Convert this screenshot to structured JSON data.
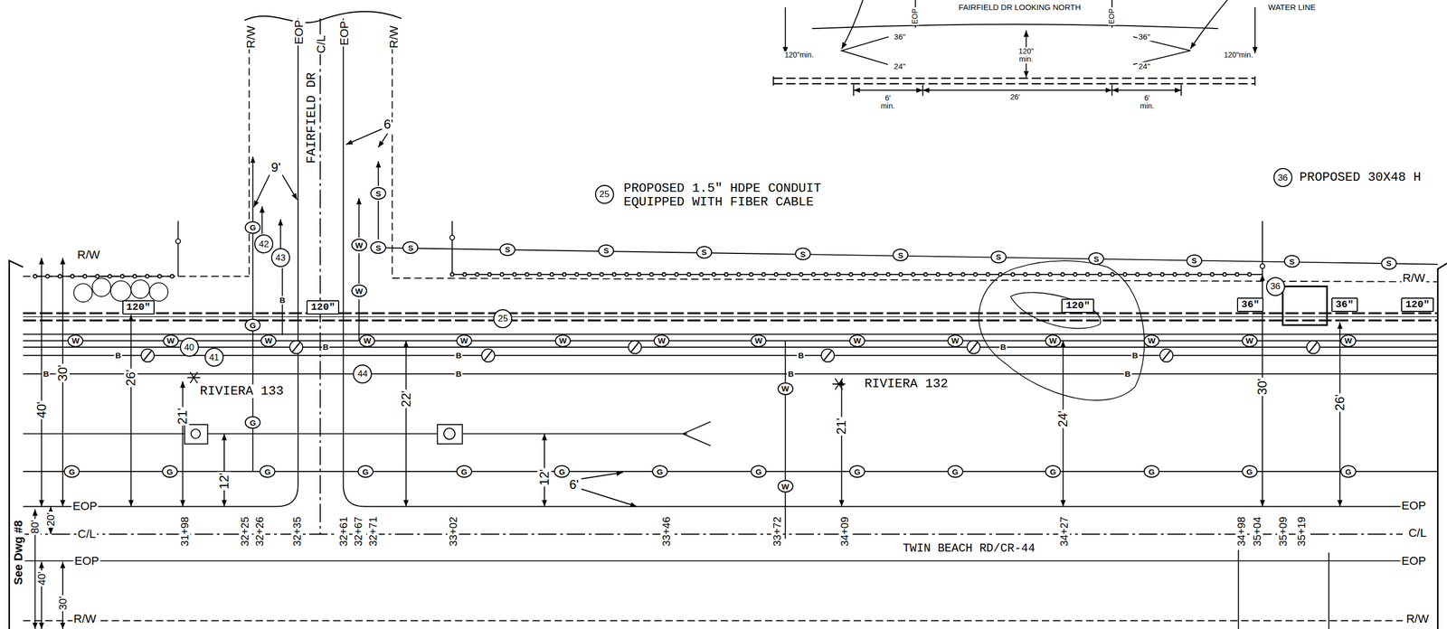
{
  "diagram": {
    "nodes": [
      {
        "text": [
          "25"
        ]
      },
      {
        "text": [
          "36"
        ]
      },
      {
        "text": [
          "S"
        ]
      },
      {
        "text": [
          "G"
        ]
      },
      {
        "text": [
          "W"
        ]
      },
      {
        "text": [
          "42"
        ]
      },
      {
        "text": [
          "S"
        ]
      },
      {
        "text": [
          "S"
        ]
      },
      {
        "text": [
          "S"
        ]
      },
      {
        "text": [
          "S"
        ]
      },
      {
        "text": [
          "S"
        ]
      },
      {
        "text": [
          "S"
        ]
      },
      {
        "text": [
          "S"
        ]
      },
      {
        "text": [
          "S"
        ]
      },
      {
        "text": [
          "S"
        ]
      },
      {
        "text": [
          "S"
        ]
      },
      {
        "text": [
          "S"
        ]
      },
      {
        "text": [
          "S"
        ]
      },
      {
        "text": [
          "43"
        ]
      },
      {
        "text": [
          "36"
        ]
      },
      {
        "text": [
          "W"
        ]
      },
      {
        "text": [
          "120\""
        ]
      },
      {
        "text": [
          "120\""
        ]
      },
      {
        "text": [
          "25"
        ]
      },
      {
        "text": [
          "120\""
        ]
      },
      {
        "text": [
          "36\""
        ]
      },
      {
        "text": [
          "36\""
        ]
      },
      {
        "text": [
          "120\""
        ]
      },
      {
        "text": [
          "G"
        ]
      },
      {
        "text": [
          "W"
        ]
      },
      {
        "text": [
          "W"
        ]
      },
      {
        "text": [
          "W"
        ]
      },
      {
        "text": [
          "W"
        ]
      },
      {
        "text": [
          "W"
        ]
      },
      {
        "text": [
          "W"
        ]
      },
      {
        "text": [
          "W"
        ]
      },
      {
        "text": [
          "W"
        ]
      },
      {
        "text": [
          "W"
        ]
      },
      {
        "text": [
          "W"
        ]
      },
      {
        "text": [
          "W"
        ]
      },
      {
        "text": [
          "W"
        ]
      },
      {
        "text": [
          "W"
        ]
      },
      {
        "text": [
          "W"
        ]
      },
      {
        "text": [
          "40"
        ]
      },
      {
        "text": [
          "41"
        ]
      },
      {
        "text": [
          "44"
        ]
      },
      {
        "text": [
          "W"
        ]
      },
      {
        "text": [
          "G"
        ]
      },
      {
        "text": [
          "G"
        ]
      },
      {
        "text": [
          "G"
        ]
      },
      {
        "text": [
          "G"
        ]
      },
      {
        "text": [
          "G"
        ]
      },
      {
        "text": [
          "G"
        ]
      },
      {
        "text": [
          "G"
        ]
      },
      {
        "text": [
          "G"
        ]
      },
      {
        "text": [
          "G"
        ]
      },
      {
        "text": [
          "G"
        ]
      },
      {
        "text": [
          "G"
        ]
      },
      {
        "text": [
          "G"
        ]
      },
      {
        "text": [
          "G"
        ]
      },
      {
        "text": [
          "G"
        ]
      },
      {
        "text": [
          "G"
        ]
      },
      {
        "text": [
          "W"
        ]
      }
    ],
    "labels": [
      "FAIRFIELD DR LOOKING NORTH",
      "WATER LINE",
      "EOP",
      "EOP",
      "36\"",
      "24\"",
      "36\"",
      "24\"",
      "120\"min.",
      "120\" min.",
      "120\"min.",
      "6' min.",
      "26'",
      "6' min.",
      "R/W",
      "EOP",
      "C/L",
      "EOP",
      "R/W",
      "9'",
      "6'",
      "FAIRFIELD DR",
      "PROPOSED 1.5\" HDPE CONDUIT EQUIPPED WITH FIBER CABLE",
      "PROPOSED 30X48 H",
      "R/W",
      "R/W",
      "B",
      "B",
      "B",
      "B",
      "B",
      "B",
      "B",
      "B",
      "B",
      "B",
      "B",
      "RIVIERA 133",
      "RIVIERA 132",
      "40'",
      "30'",
      "26'",
      "21'",
      "12'",
      "22'",
      "12'",
      "6'",
      "21'",
      "24'",
      "30'",
      "26'",
      "80'",
      "20'",
      "40'",
      "30'",
      "EOP",
      "C/L",
      "EOP",
      "R/W",
      "EOP",
      "C/L",
      "EOP",
      "R/W",
      "31+98",
      "32+25",
      "32+26",
      "32+35",
      "32+61",
      "32+67",
      "32+71",
      "33+02",
      "33+46",
      "33+72",
      "34+09",
      "34+27",
      "34+98",
      "35+04",
      "35+09",
      "35+19",
      "TWIN BEACH RD/CR-44",
      "See Dwg #8"
    ]
  }
}
